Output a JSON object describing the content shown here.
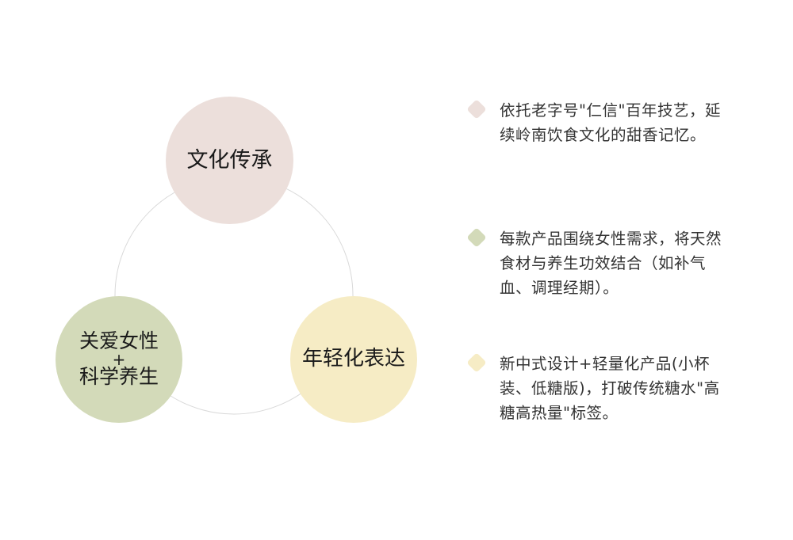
{
  "diagram": {
    "circles": {
      "culture": "文化传承",
      "care_line1": "关爱女性",
      "care_plus": "+",
      "care_line2": "科学养生",
      "youth": "年轻化表达"
    },
    "colors": {
      "culture": "#ecdfdb",
      "care": "#d3dab9",
      "youth": "#f6ecc5",
      "ring": "#d9d9d9"
    }
  },
  "bullets": [
    {
      "text": "依托老字号\"仁信\"百年技艺，延续岭南饮食文化的甜香记忆。"
    },
    {
      "text": "每款产品围绕女性需求，将天然食材与养生功效结合（如补气血、调理经期）。"
    },
    {
      "text": "新中式设计+轻量化产品(小杯装、低糖版)，打破传统糖水\"高糖高热量\"标签。"
    }
  ]
}
